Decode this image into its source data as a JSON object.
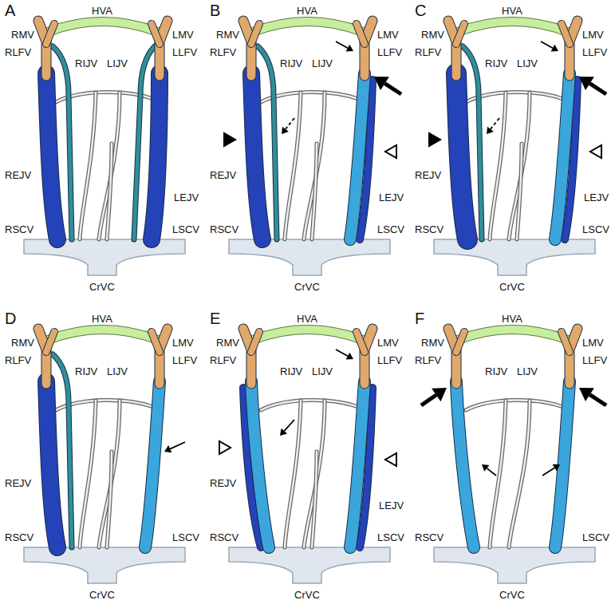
{
  "diagram": {
    "labels": [
      "A",
      "HVA",
      "RMV",
      "LMV",
      "RLFV",
      "LLFV",
      "RIJV",
      "LIJV",
      "REJV",
      "LEJV",
      "RSCV",
      "LSCV",
      "CrVC",
      "B",
      "HVA",
      "RMV",
      "LMV",
      "RLFV",
      "LLFV",
      "RIJV",
      "LIJV",
      "REJV",
      "LEJV",
      "RSCV",
      "LSCV",
      "CrVC",
      "C",
      "HVA",
      "RMV",
      "LMV",
      "RLFV",
      "LLFV",
      "RIJV",
      "LIJV",
      "REJV",
      "LEJV",
      "RSCV",
      "LSCV",
      "CrVC",
      "D",
      "HVA",
      "RMV",
      "LMV",
      "RLFV",
      "LLFV",
      "RIJV",
      "LIJV",
      "REJV",
      "RSCV",
      "LSCV",
      "CrVC",
      "E",
      "HVA",
      "RMV",
      "LMV",
      "RLFV",
      "LLFV",
      "RIJV",
      "LIJV",
      "REJV",
      "LEJV",
      "RSCV",
      "LSCV",
      "CrVC",
      "F",
      "HVA",
      "RMV",
      "LMV",
      "RLFV",
      "LLFV",
      "RIJV",
      "LIJV",
      "RSCV",
      "LSCV",
      "CrVC"
    ]
  }
}
